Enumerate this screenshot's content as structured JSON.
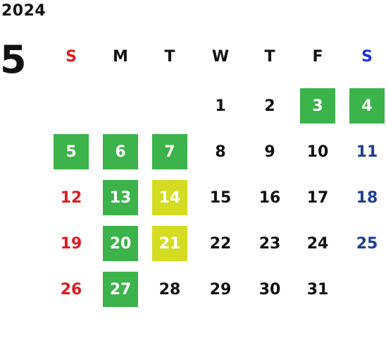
{
  "year": "2024",
  "month": "5",
  "weekdays": [
    "S",
    "M",
    "T",
    "W",
    "T",
    "F",
    "S"
  ],
  "colors": {
    "holiday_green": "#3cb34a",
    "highlight_yellow": "#d4dc22",
    "sunday_red": "#e11b22",
    "saturday_blue": "#1d3f8f",
    "saturday_header_blue": "#1f2fdb"
  },
  "days": [
    {
      "day": "1",
      "col": 3,
      "row": 0,
      "style": "normal"
    },
    {
      "day": "2",
      "col": 4,
      "row": 0,
      "style": "normal"
    },
    {
      "day": "3",
      "col": 5,
      "row": 0,
      "style": "green"
    },
    {
      "day": "4",
      "col": 6,
      "row": 0,
      "style": "green"
    },
    {
      "day": "5",
      "col": 0,
      "row": 1,
      "style": "green"
    },
    {
      "day": "6",
      "col": 1,
      "row": 1,
      "style": "green"
    },
    {
      "day": "7",
      "col": 2,
      "row": 1,
      "style": "green"
    },
    {
      "day": "8",
      "col": 3,
      "row": 1,
      "style": "normal"
    },
    {
      "day": "9",
      "col": 4,
      "row": 1,
      "style": "normal"
    },
    {
      "day": "10",
      "col": 5,
      "row": 1,
      "style": "normal"
    },
    {
      "day": "11",
      "col": 6,
      "row": 1,
      "style": "normal"
    },
    {
      "day": "12",
      "col": 0,
      "row": 2,
      "style": "normal"
    },
    {
      "day": "13",
      "col": 1,
      "row": 2,
      "style": "green"
    },
    {
      "day": "14",
      "col": 2,
      "row": 2,
      "style": "yellow"
    },
    {
      "day": "15",
      "col": 3,
      "row": 2,
      "style": "normal"
    },
    {
      "day": "16",
      "col": 4,
      "row": 2,
      "style": "normal"
    },
    {
      "day": "17",
      "col": 5,
      "row": 2,
      "style": "normal"
    },
    {
      "day": "18",
      "col": 6,
      "row": 2,
      "style": "normal"
    },
    {
      "day": "19",
      "col": 0,
      "row": 3,
      "style": "normal"
    },
    {
      "day": "20",
      "col": 1,
      "row": 3,
      "style": "green"
    },
    {
      "day": "21",
      "col": 2,
      "row": 3,
      "style": "yellow"
    },
    {
      "day": "22",
      "col": 3,
      "row": 3,
      "style": "normal"
    },
    {
      "day": "23",
      "col": 4,
      "row": 3,
      "style": "normal"
    },
    {
      "day": "24",
      "col": 5,
      "row": 3,
      "style": "normal"
    },
    {
      "day": "25",
      "col": 6,
      "row": 3,
      "style": "normal"
    },
    {
      "day": "26",
      "col": 0,
      "row": 4,
      "style": "normal"
    },
    {
      "day": "27",
      "col": 1,
      "row": 4,
      "style": "green"
    },
    {
      "day": "28",
      "col": 2,
      "row": 4,
      "style": "normal"
    },
    {
      "day": "29",
      "col": 3,
      "row": 4,
      "style": "normal"
    },
    {
      "day": "30",
      "col": 4,
      "row": 4,
      "style": "normal"
    },
    {
      "day": "31",
      "col": 5,
      "row": 4,
      "style": "normal"
    }
  ]
}
